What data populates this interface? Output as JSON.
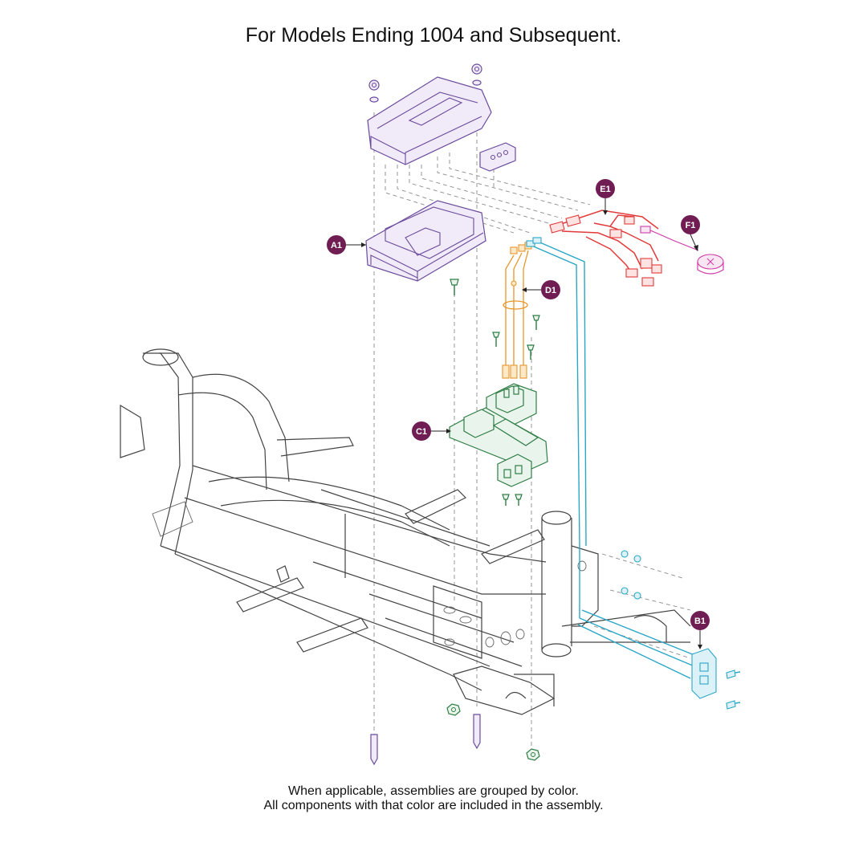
{
  "title": "For Models Ending 1004 and Subsequent.",
  "footer": {
    "line1": "When applicable, assemblies are grouped by color.",
    "line2": "All components with that color are included in the assembly."
  },
  "callouts": {
    "a1": "A1",
    "b1": "B1",
    "c1": "C1",
    "d1": "D1",
    "e1": "E1",
    "f1": "F1"
  },
  "colors": {
    "assembly_a1": "#6a4c9c",
    "assembly_b1": "#2aa7c7",
    "assembly_c1": "#2f7d45",
    "assembly_d1": "#e8962a",
    "assembly_e1": "#e23a3a",
    "assembly_f1": "#cf3aa8",
    "callout_badge": "#6f1d52"
  }
}
